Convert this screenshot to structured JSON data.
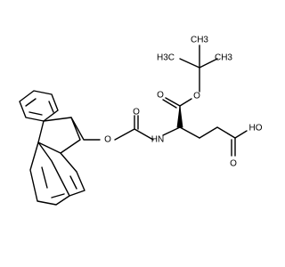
{
  "molecule": {
    "atom_labels": {
      "methyl_1": "H3C",
      "methyl_2": "CH3",
      "methyl_3": "CH3",
      "ester_o": "O",
      "ester_carbonyl_o": "O",
      "carbamate_ether_o": "O",
      "carbamate_carbonyl_o": "O",
      "amide_nh": "HN",
      "acid_oh": "HO",
      "acid_carbonyl_o": "O"
    }
  }
}
